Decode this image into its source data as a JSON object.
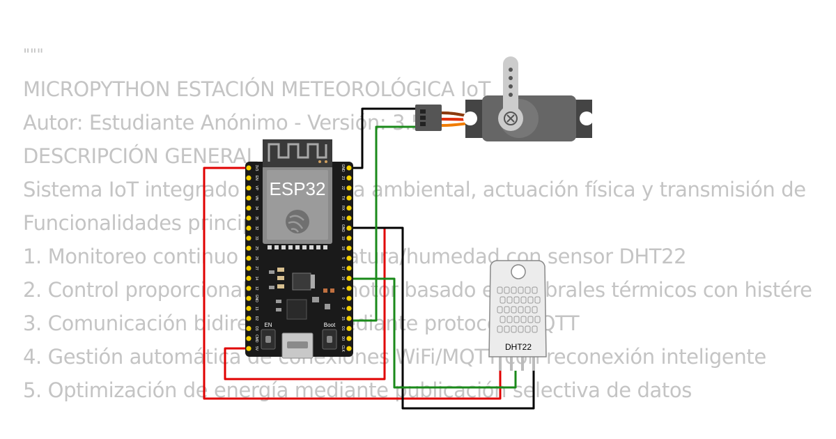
{
  "code": {
    "lines": [
      "\"\"\"",
      "MICROPYTHON ESTACIÓN METEOROLÓGICA IoT",
      "Autor: Estudiante Anónimo - Versión: 3.5",
      "",
      "DESCRIPCIÓN GENERAL",
      "Sistema IoT integrado para lectura ambiental, actuación física y transmisión de datos",
      "Funcionalidades principales:",
      "1. Monitoreo continuo de temperatura/humedad con sensor DHT22",
      "2. Control proporcional de servomotor basado en umbrales térmicos con histéresis",
      "3. Comunicación bidireccional mediante protocolo MQTT",
      "4. Gestión automática de conexiones WiFi/MQTT con reconexión inteligente",
      "5. Optimización de energía mediante publicación selectiva de datos"
    ]
  },
  "board": {
    "label": "ESP32",
    "en_label": "EN",
    "boot_label": "Boot",
    "left_pins": [
      "3V3",
      "EN",
      "VP",
      "VN",
      "34",
      "35",
      "32",
      "33",
      "25",
      "26",
      "27",
      "14",
      "12",
      "GND",
      "13",
      "D2",
      "D3",
      "CMD",
      "5V"
    ],
    "right_pins": [
      "GND",
      "23",
      "22",
      "TX",
      "RX",
      "21",
      "GND",
      "19",
      "18",
      "5",
      "17",
      "16",
      "4",
      "0",
      "2",
      "15",
      "D1",
      "D0",
      "CLK"
    ]
  },
  "sensor": {
    "label": "DHT22"
  },
  "colors": {
    "board": "#1a1a1a",
    "pin": "#f5d000",
    "wire_red": "#e00000",
    "wire_black": "#000000",
    "wire_green": "#1a8a1a",
    "wire_orange": "#f07c00",
    "servo": "#666666",
    "code_text": "#c4c4c4"
  }
}
